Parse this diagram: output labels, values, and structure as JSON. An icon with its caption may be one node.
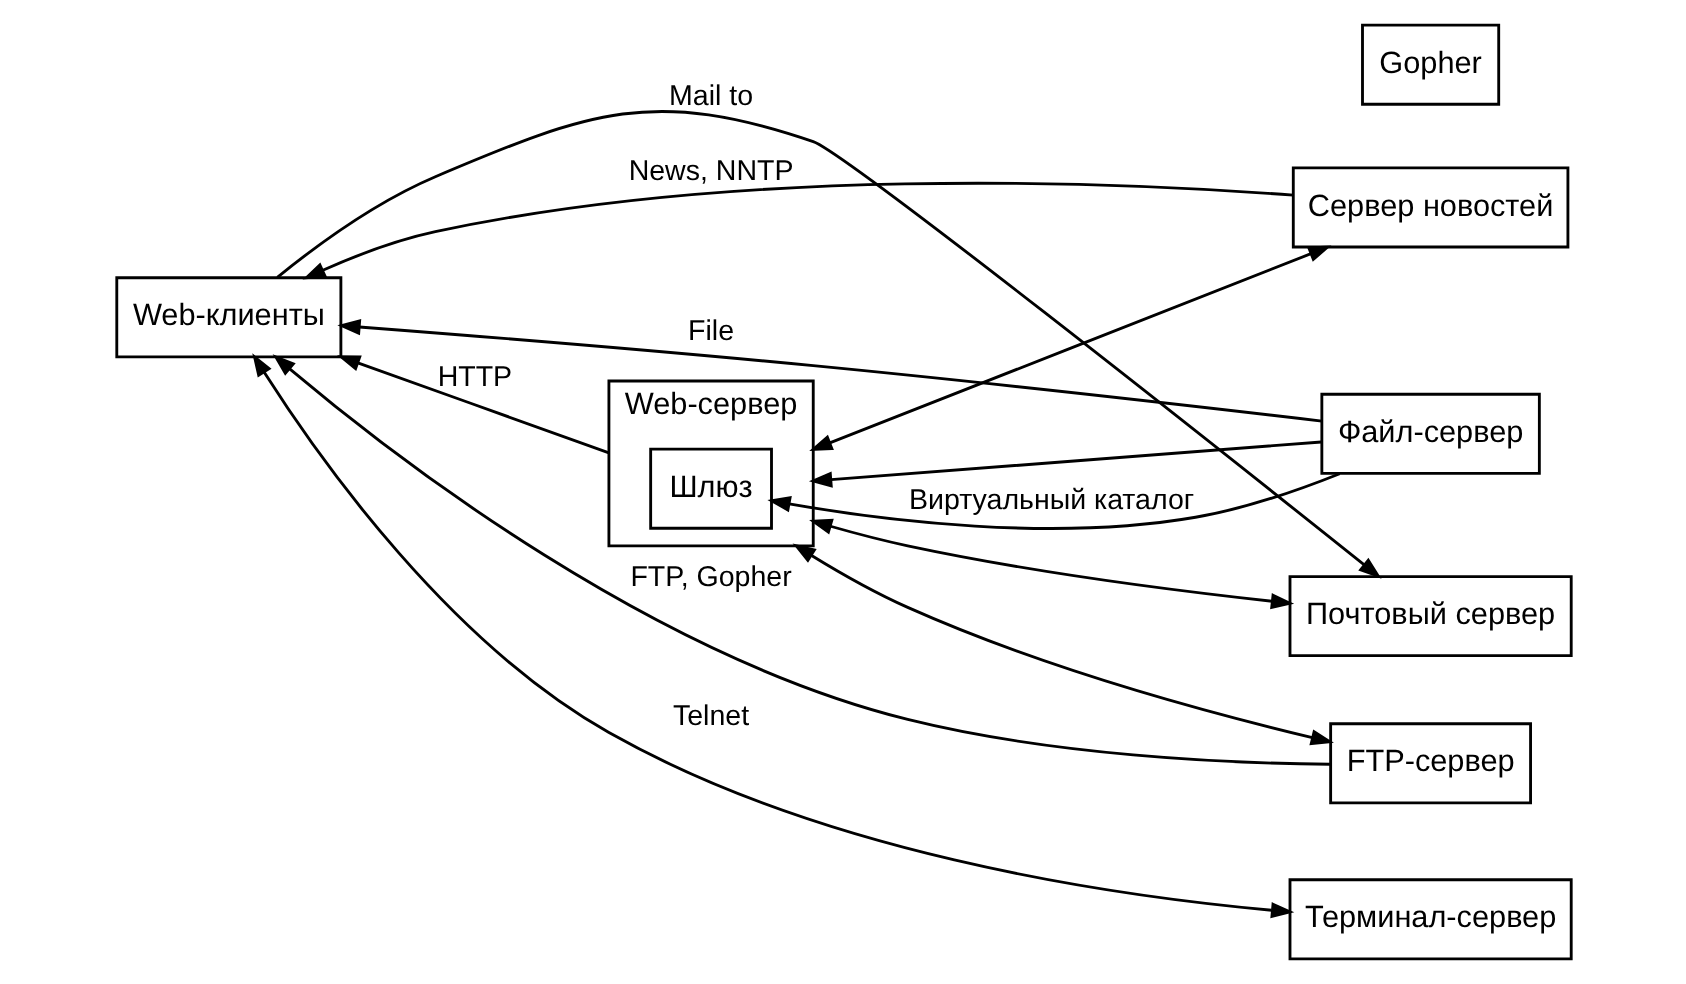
{
  "diagram": {
    "nodes": [
      {
        "text": [
          "Web-клиенты"
        ]
      },
      {
        "text": [
          "Почтовый сервер"
        ]
      },
      {
        "text": [
          "Gopher"
        ]
      },
      {
        "text": [
          "FTP-сервер"
        ]
      },
      {
        "text": [
          "Сервер новостей"
        ]
      },
      {
        "text": [
          "Web-сервер"
        ]
      },
      {
        "text": [
          "Шлюз"
        ],
        "in": 5
      },
      {
        "text": [
          "Файл-сервер"
        ]
      },
      {
        "text": [
          "Терминал-сервер"
        ]
      }
    ],
    "edges": [
      {
        "from": 0,
        "to": 1,
        "arrow": "to",
        "label": "Mail to"
      },
      {
        "from": 3,
        "to": 0,
        "arrow": "to",
        "label": "FTP, Gopher"
      },
      {
        "from": 4,
        "to": 0,
        "arrow": "to",
        "label": "News, NNTP"
      },
      {
        "from": 5,
        "to": 0,
        "arrow": "to",
        "label": "HTTP"
      },
      {
        "from": 7,
        "to": 0,
        "arrow": "to",
        "label": "File"
      },
      {
        "from": 0,
        "to": 8,
        "arrow": "both",
        "label": "Telnet"
      },
      {
        "from": 5,
        "to": 1,
        "arrow": "both"
      },
      {
        "from": 5,
        "to": 3,
        "arrow": "both"
      },
      {
        "from": 5,
        "to": 4,
        "arrow": "both"
      },
      {
        "from": 7,
        "to": 5,
        "arrow": "to"
      },
      {
        "from": 7,
        "to": 6,
        "arrow": "to",
        "label": "Виртуальный каталог"
      }
    ]
  }
}
